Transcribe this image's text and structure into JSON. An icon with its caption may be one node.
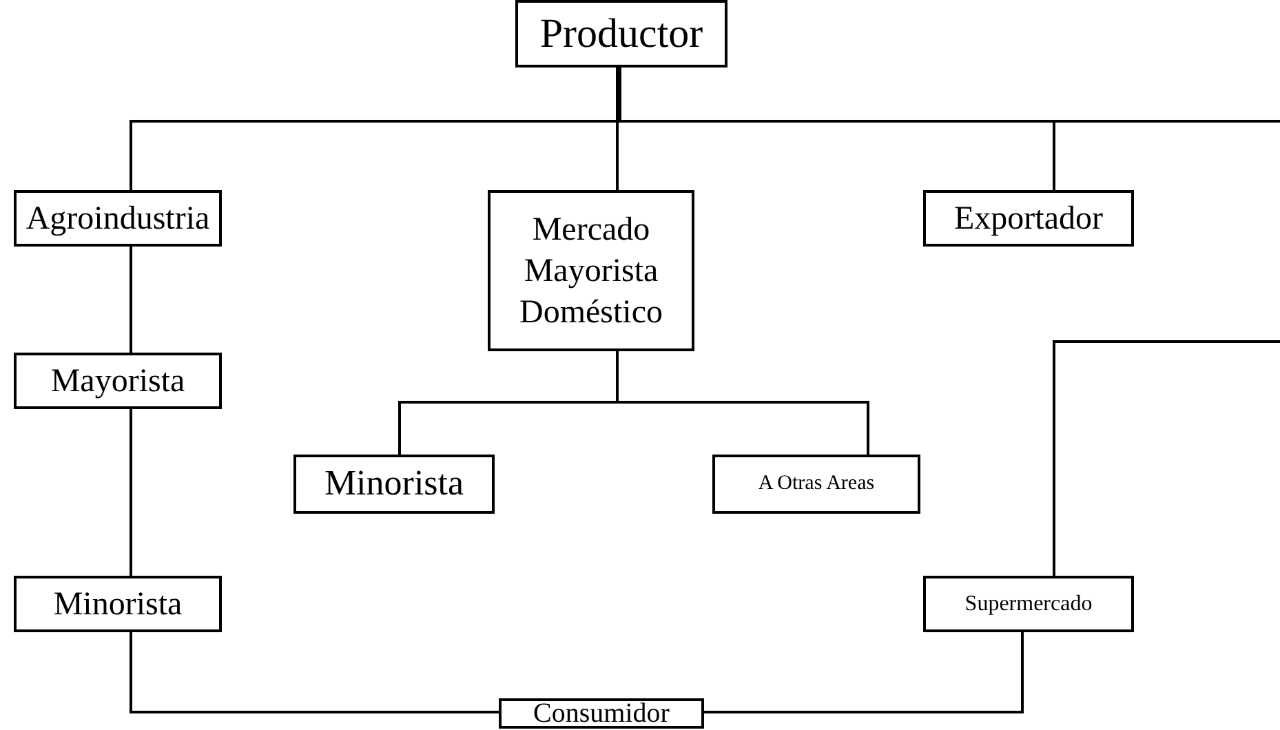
{
  "diagram": {
    "nodes": [
      {
        "text": [
          "Productor"
        ]
      },
      {
        "text": [
          "Agroindustria"
        ]
      },
      {
        "text": [
          "Mercado Mayorista Doméstico"
        ]
      },
      {
        "text": [
          "Exportador"
        ]
      },
      {
        "text": [
          "Mayorista"
        ]
      },
      {
        "text": [
          "Minorista"
        ]
      },
      {
        "text": [
          "A Otras Areas"
        ]
      },
      {
        "text": [
          "Minorista"
        ]
      },
      {
        "text": [
          "Supermercado"
        ]
      },
      {
        "text": [
          "Consumidor"
        ]
      }
    ],
    "edges": [
      {
        "from": 0,
        "to": 1,
        "arrow": "none"
      },
      {
        "from": 0,
        "to": 2,
        "arrow": "none"
      },
      {
        "from": 0,
        "to": 3,
        "arrow": "none"
      },
      {
        "from": 0,
        "to": null,
        "arrow": "none"
      },
      {
        "from": null,
        "to": 8,
        "arrow": "none"
      },
      {
        "from": 1,
        "to": 4,
        "arrow": "none"
      },
      {
        "from": 4,
        "to": 7,
        "arrow": "none"
      },
      {
        "from": 2,
        "to": 5,
        "arrow": "none"
      },
      {
        "from": 2,
        "to": 6,
        "arrow": "none"
      },
      {
        "from": 7,
        "to": 9,
        "arrow": "none"
      },
      {
        "from": 8,
        "to": 9,
        "arrow": "none"
      }
    ]
  }
}
